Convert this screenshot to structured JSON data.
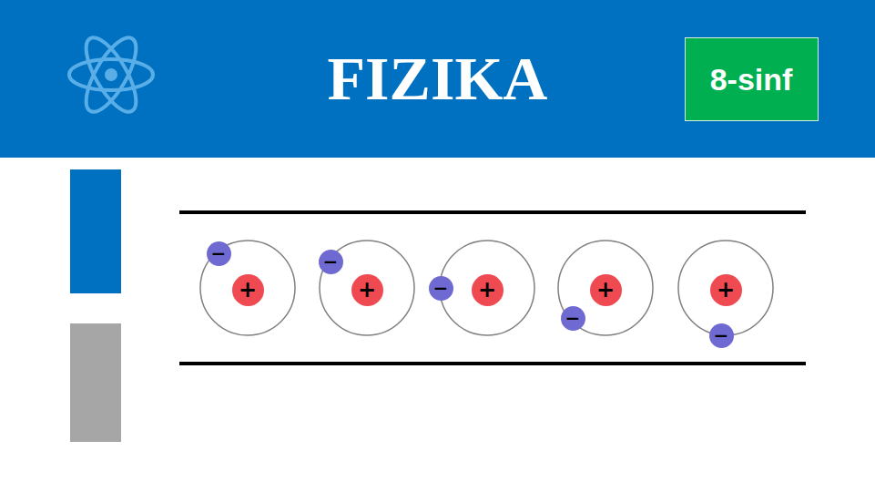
{
  "diagram": {
    "title": "FIZIKA",
    "nodes": [
      {
        "text": [
          "8-sinf"
        ]
      },
      {
        "text": [
          "−"
        ]
      },
      {
        "text": [
          "+"
        ]
      },
      {
        "text": [
          "−"
        ]
      },
      {
        "text": [
          "+"
        ]
      },
      {
        "text": [
          "−"
        ]
      },
      {
        "text": [
          "+"
        ]
      },
      {
        "text": [
          "+"
        ]
      },
      {
        "text": [
          "−"
        ]
      },
      {
        "text": [
          "+"
        ]
      },
      {
        "text": [
          "−"
        ]
      }
    ]
  }
}
